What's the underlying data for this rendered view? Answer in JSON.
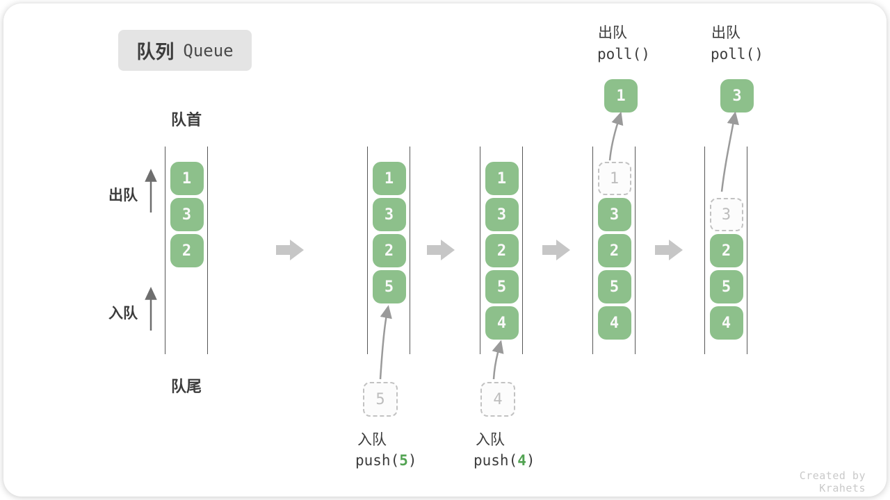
{
  "badge": {
    "title_zh": "队列",
    "title_en": "Queue"
  },
  "labels": {
    "front": "队首",
    "tail": "队尾",
    "dequeue": "出队",
    "enqueue": "入队"
  },
  "queue_states": [
    {
      "items": [
        {
          "value": "1",
          "slot": 0,
          "ghost": false
        },
        {
          "value": "3",
          "slot": 1,
          "ghost": false
        },
        {
          "value": "2",
          "slot": 2,
          "ghost": false
        }
      ]
    },
    {
      "items": [
        {
          "value": "1",
          "slot": 0,
          "ghost": false
        },
        {
          "value": "3",
          "slot": 1,
          "ghost": false
        },
        {
          "value": "2",
          "slot": 2,
          "ghost": false
        },
        {
          "value": "5",
          "slot": 3,
          "ghost": false
        }
      ]
    },
    {
      "items": [
        {
          "value": "1",
          "slot": 0,
          "ghost": false
        },
        {
          "value": "3",
          "slot": 1,
          "ghost": false
        },
        {
          "value": "2",
          "slot": 2,
          "ghost": false
        },
        {
          "value": "5",
          "slot": 3,
          "ghost": false
        },
        {
          "value": "4",
          "slot": 4,
          "ghost": false
        }
      ]
    },
    {
      "items": [
        {
          "value": "1",
          "slot": 0,
          "ghost": true
        },
        {
          "value": "3",
          "slot": 1,
          "ghost": false
        },
        {
          "value": "2",
          "slot": 2,
          "ghost": false
        },
        {
          "value": "5",
          "slot": 3,
          "ghost": false
        },
        {
          "value": "4",
          "slot": 4,
          "ghost": false
        }
      ]
    },
    {
      "items": [
        {
          "value": "3",
          "slot": 1,
          "ghost": true
        },
        {
          "value": "2",
          "slot": 2,
          "ghost": false
        },
        {
          "value": "5",
          "slot": 3,
          "ghost": false
        },
        {
          "value": "4",
          "slot": 4,
          "ghost": false
        }
      ]
    }
  ],
  "enqueue_ops": [
    {
      "ghost_value": "5",
      "label": "入队",
      "code_pre": "push(",
      "code_arg": "5",
      "code_post": ")"
    },
    {
      "ghost_value": "4",
      "label": "入队",
      "code_pre": "push(",
      "code_arg": "4",
      "code_post": ")"
    }
  ],
  "dequeue_ops": [
    {
      "label": "出队",
      "code": "poll()",
      "popped_value": "1"
    },
    {
      "label": "出队",
      "code": "poll()",
      "popped_value": "3"
    }
  ],
  "watermark": "Created by Krahets",
  "colors": {
    "item_green": "#8dc08b",
    "code_green": "#52a352",
    "ghost_border": "#c2c2c2",
    "ghost_text": "#bdbdbd",
    "wall": "#565656",
    "text_dark": "#3c3c3c",
    "arrow_gray": "#9a9a9a",
    "arrow_dark": "#6e6e6e",
    "block_arrow": "#c6c6c6",
    "badge_bg": "#e4e4e4",
    "watermark": "#c9c9c9"
  }
}
